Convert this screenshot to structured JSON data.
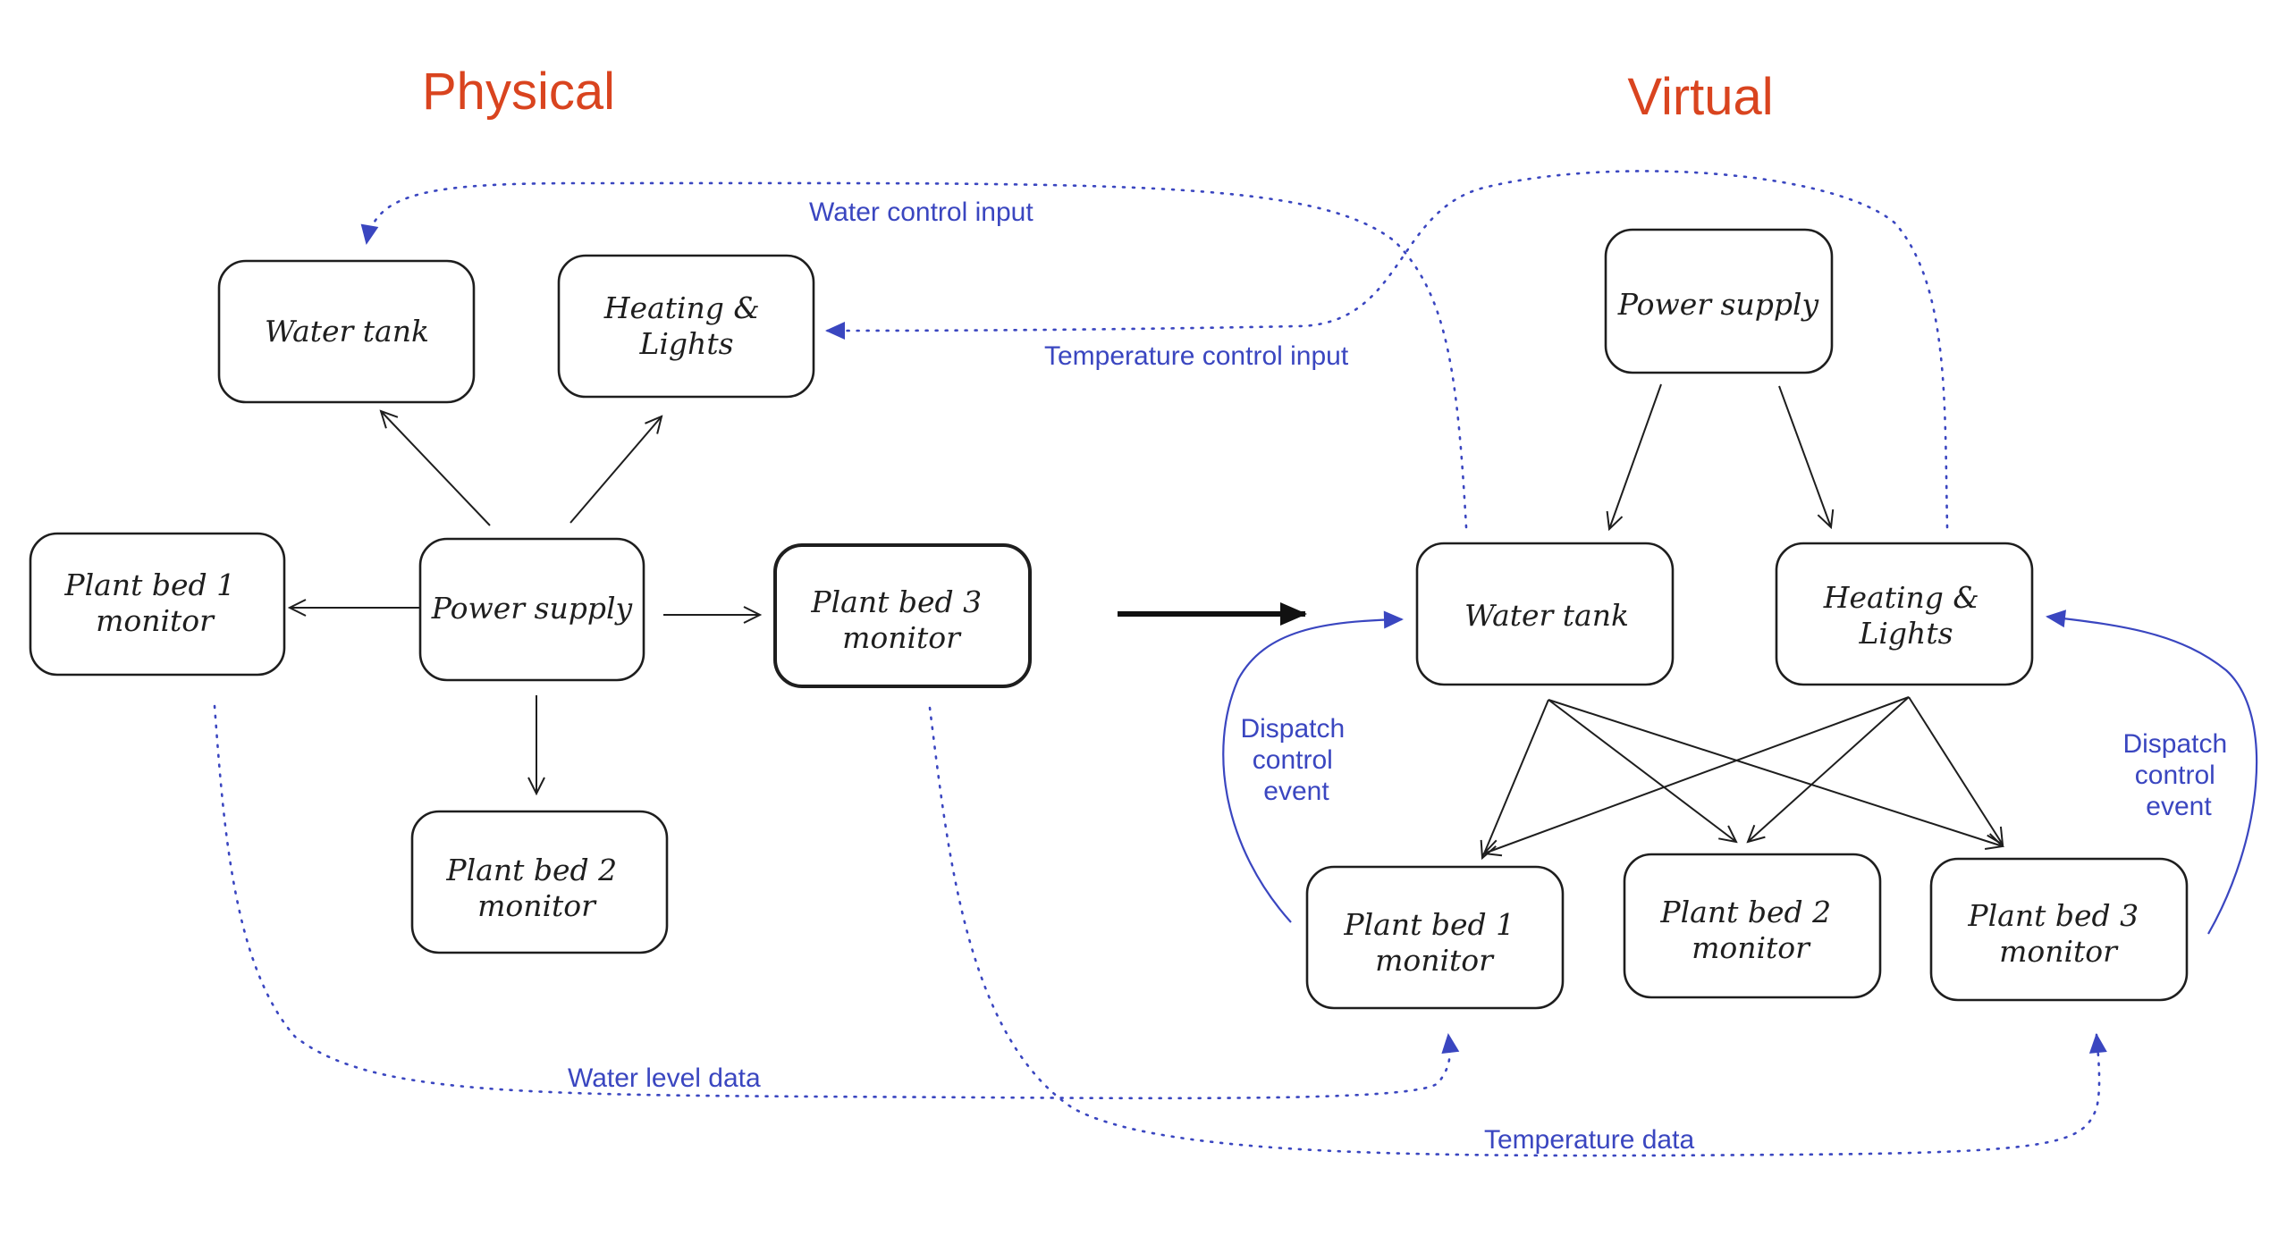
{
  "diagram": {
    "titles": {
      "physical": "Physical",
      "virtual": "Virtual"
    },
    "physical": {
      "water_tank": "Water tank",
      "heating_lights": [
        "Heating &",
        "Lights"
      ],
      "power_supply": "Power supply",
      "plant_bed_1": [
        "Plant bed 1",
        "monitor"
      ],
      "plant_bed_2": [
        "Plant bed 2",
        "monitor"
      ],
      "plant_bed_3": [
        "Plant bed 3",
        "monitor"
      ]
    },
    "virtual": {
      "power_supply": "Power supply",
      "water_tank": "Water tank",
      "heating_lights": [
        "Heating &",
        "Lights"
      ],
      "plant_bed_1": [
        "Plant bed 1",
        "monitor"
      ],
      "plant_bed_2": [
        "Plant bed 2",
        "monitor"
      ],
      "plant_bed_3": [
        "Plant bed 3",
        "monitor"
      ]
    },
    "edge_labels": {
      "water_control_input": "Water control input",
      "temperature_control_input": "Temperature control input",
      "water_level_data": "Water level data",
      "temperature_data": "Temperature data",
      "dispatch_left": [
        "Dispatch",
        "control",
        "event"
      ],
      "dispatch_right": [
        "Dispatch",
        "control",
        "event"
      ]
    },
    "colors": {
      "title": "#d9441f",
      "data_flow": "#3a46c0",
      "structure": "#1e1e1e"
    }
  }
}
